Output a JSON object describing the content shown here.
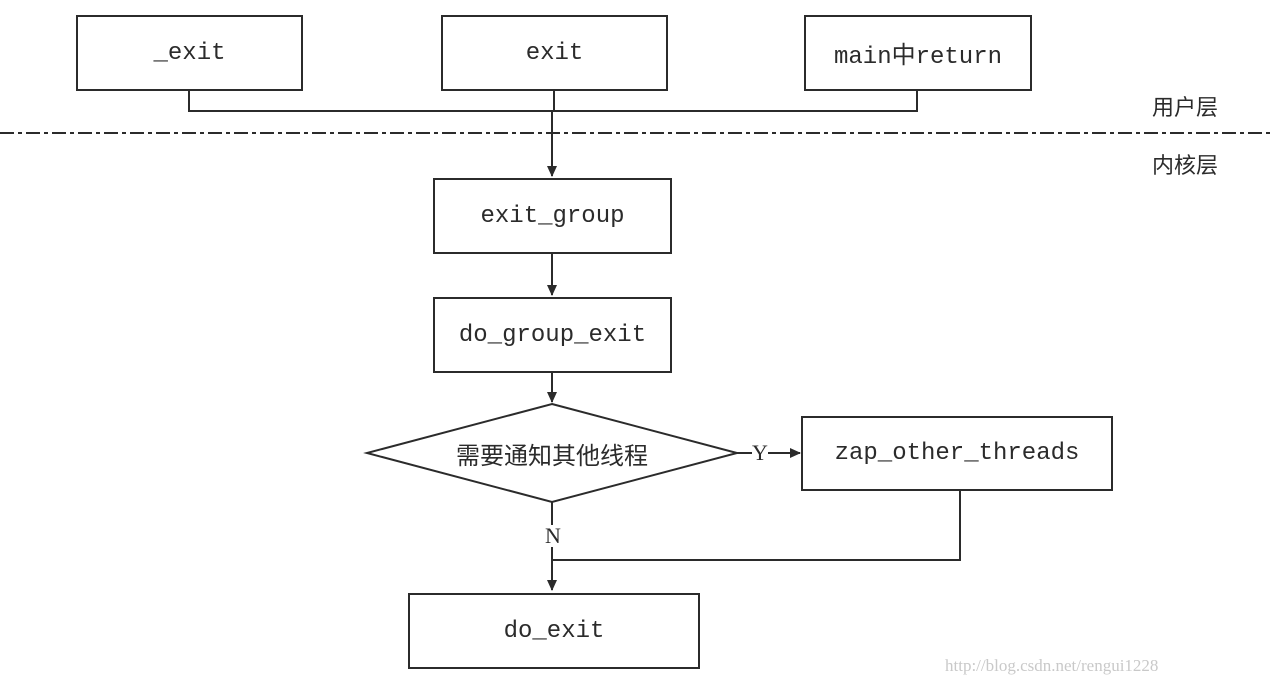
{
  "user_layer": {
    "label": "用户层",
    "boxes": [
      "_exit",
      "exit",
      "main中return"
    ]
  },
  "kernel_layer": {
    "label": "内核层"
  },
  "flow": {
    "exit_group": "exit_group",
    "do_group_exit": "do_group_exit",
    "decision": "需要通知其他线程",
    "yes_label": "Y",
    "no_label": "N",
    "zap_other_threads": "zap_other_threads",
    "do_exit": "do_exit"
  },
  "watermark": "http://blog.csdn.net/rengui1228"
}
